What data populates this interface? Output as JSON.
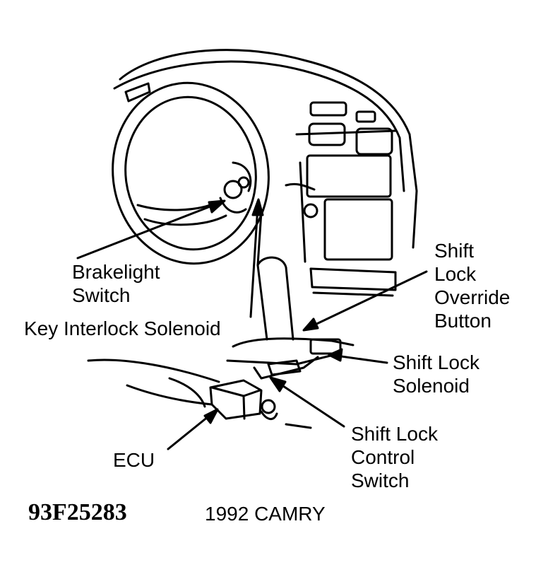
{
  "labels": {
    "brakelight_switch": [
      "Brakelight",
      "Switch"
    ],
    "key_interlock": "Key Interlock Solenoid",
    "shift_lock_override": [
      "Shift",
      "Lock",
      "Override",
      "Button"
    ],
    "shift_lock_solenoid": [
      "Shift Lock",
      "Solenoid"
    ],
    "shift_lock_control": [
      "Shift Lock",
      "Control",
      "Switch"
    ],
    "ecu": "ECU"
  },
  "figure_code": "93F25283",
  "caption": "1992 CAMRY"
}
